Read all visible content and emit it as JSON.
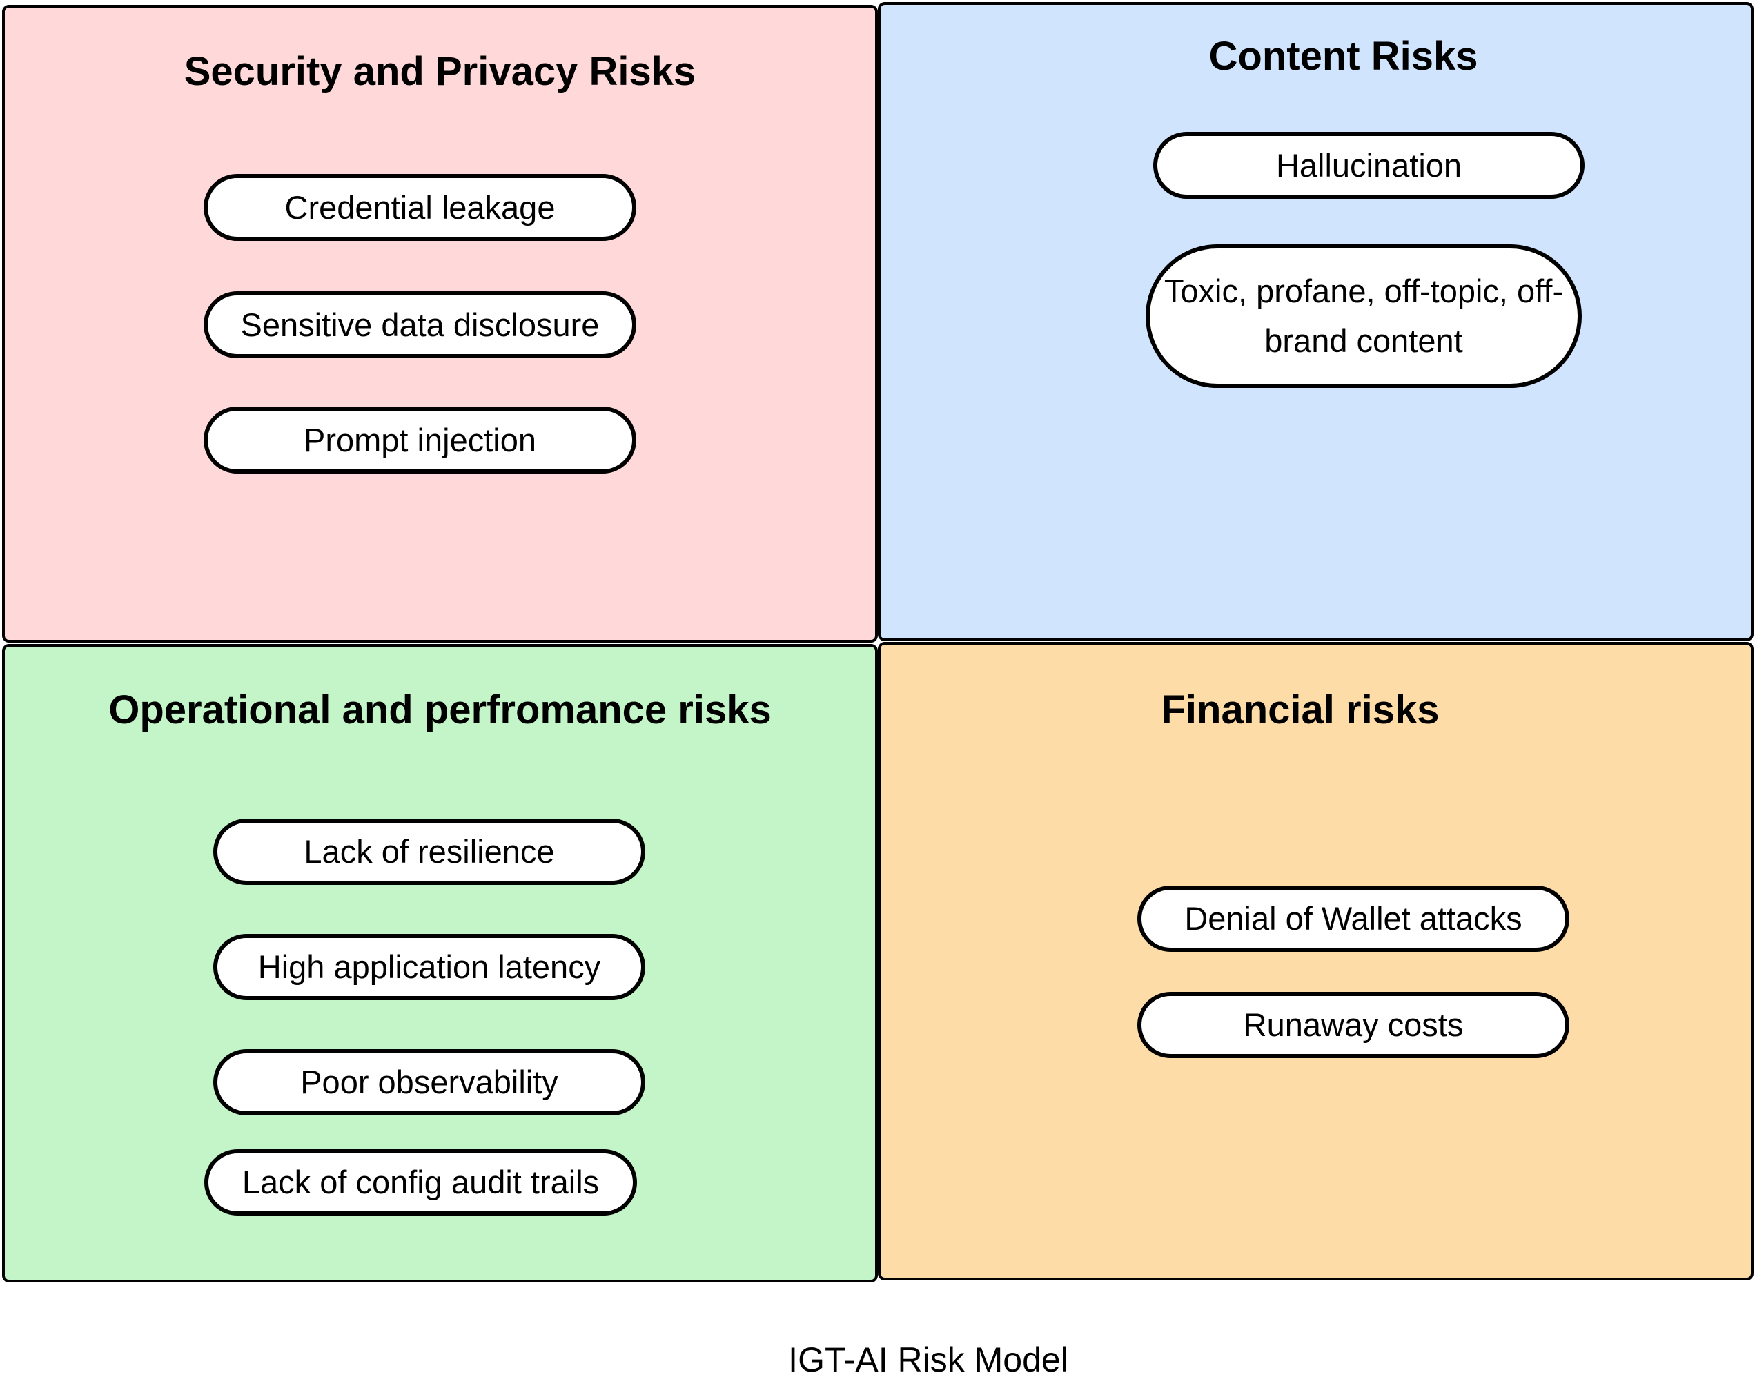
{
  "diagram": {
    "caption": "IGT-AI Risk Model",
    "colors": {
      "security_bg": "#FFD9DA",
      "content_bg": "#D0E4FE",
      "operational_bg": "#C3F5C8",
      "financial_bg": "#FDDCA7",
      "border": "#000000",
      "pill_bg": "#FFFFFF"
    },
    "quadrants": [
      {
        "title": "Security and Privacy Risks",
        "items": [
          "Credential leakage",
          "Sensitive data disclosure",
          "Prompt injection"
        ]
      },
      {
        "title": "Content Risks",
        "items": [
          "Hallucination",
          "Toxic, profane, off-topic, off-brand content"
        ]
      },
      {
        "title": "Operational and perfromance risks",
        "items": [
          "Lack of resilience",
          "High application latency",
          "Poor observability",
          "Lack of config audit trails"
        ]
      },
      {
        "title": "Financial risks",
        "items": [
          "Denial of Wallet attacks",
          "Runaway costs"
        ]
      }
    ]
  }
}
